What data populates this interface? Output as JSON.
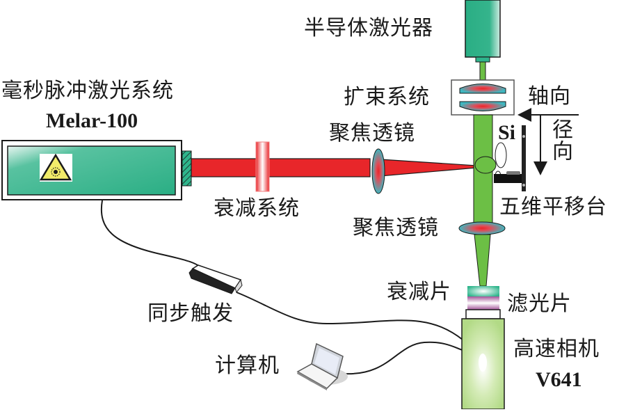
{
  "diagram": {
    "title": "Millisecond pulse laser irradiation experimental setup",
    "labels": {
      "ms_laser_system": "毫秒脉冲激光系统",
      "ms_laser_model": "Melar-100",
      "semiconductor_laser": "半导体激光器",
      "beam_expander": "扩束系统",
      "focusing_lens_top": "聚焦透镜",
      "attenuation_system": "衰减系统",
      "focusing_lens_bottom": "聚焦透镜",
      "axial": "轴向",
      "radial": "径向",
      "sample": "Si",
      "five_axis_stage": "五维平移台",
      "attenuator_plate": "衰减片",
      "filter": "滤光片",
      "high_speed_camera": "高速相机",
      "camera_model": "V641",
      "sync_trigger": "同步触发",
      "computer": "计算机"
    },
    "colors": {
      "laser_body": "#2fb58c",
      "ms_beam": "#e8262a",
      "probe_beam": "#6cbf45",
      "lens_fill": "#3fb7c0",
      "lens_core": "#e8262a",
      "camera_body": "#b5dc8a",
      "filter_purple": "#a4559a",
      "attenuator_teal": "#2fb58c",
      "outline": "#1a1a1a"
    },
    "icons": {
      "laser_warning": "laser-hazard-icon",
      "trigger_box": "sync-trigger-device",
      "computer": "laptop-icon"
    }
  }
}
